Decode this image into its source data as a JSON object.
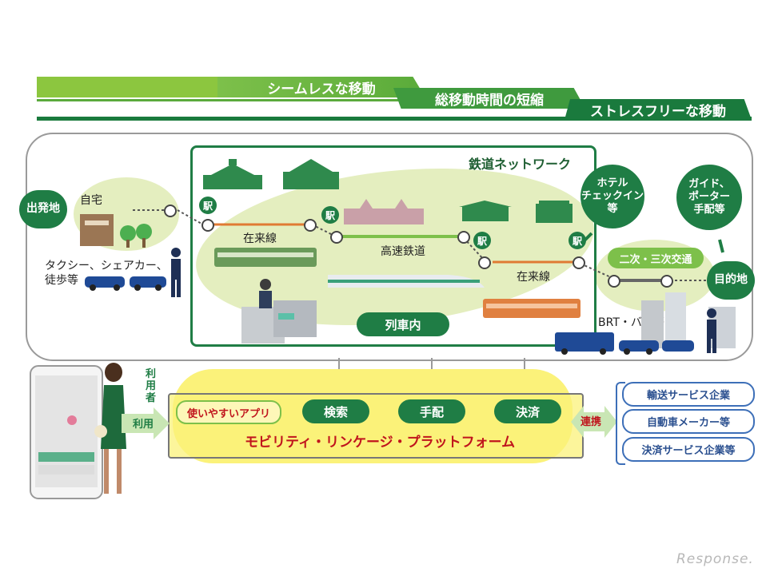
{
  "banners": [
    "シームレスな移動",
    "総移動時間の短縮",
    "ストレスフリーな移動"
  ],
  "network": {
    "title": "鉄道ネットワーク",
    "conventional_line_1": "在来線",
    "high_speed": "高速鉄道",
    "conventional_line_2": "在来線",
    "in_train": "列車内",
    "station_mark": "駅"
  },
  "origin": {
    "badge": "出発地",
    "home": "自宅",
    "modes": [
      "タクシー、シェアカー、",
      "徒歩等"
    ]
  },
  "hotel": [
    "ホテル",
    "チェックイン",
    "等"
  ],
  "guide": [
    "ガイド、",
    "ポーター",
    "手配等"
  ],
  "secondary": "二次・三次交通",
  "destination": "目的地",
  "brt": "BRT・バス等",
  "platform": {
    "title": "モビリティ・リンケージ・プラットフォーム",
    "app": "使いやすいアプリ",
    "functions": [
      "検索",
      "手配",
      "決済"
    ]
  },
  "user": {
    "label": [
      "利",
      "用",
      "者"
    ],
    "use": "利用"
  },
  "link": "連携",
  "companies": [
    "輸送サービス企業",
    "自動車メーカー等",
    "決済サービス企業等"
  ],
  "watermark": "Response.",
  "colors": {
    "green_dark": "#1f7d45",
    "green_light": "#7dc04a",
    "blue": "#3d6fb8",
    "yellow": "#fbf27a",
    "red": "#c0141d"
  }
}
